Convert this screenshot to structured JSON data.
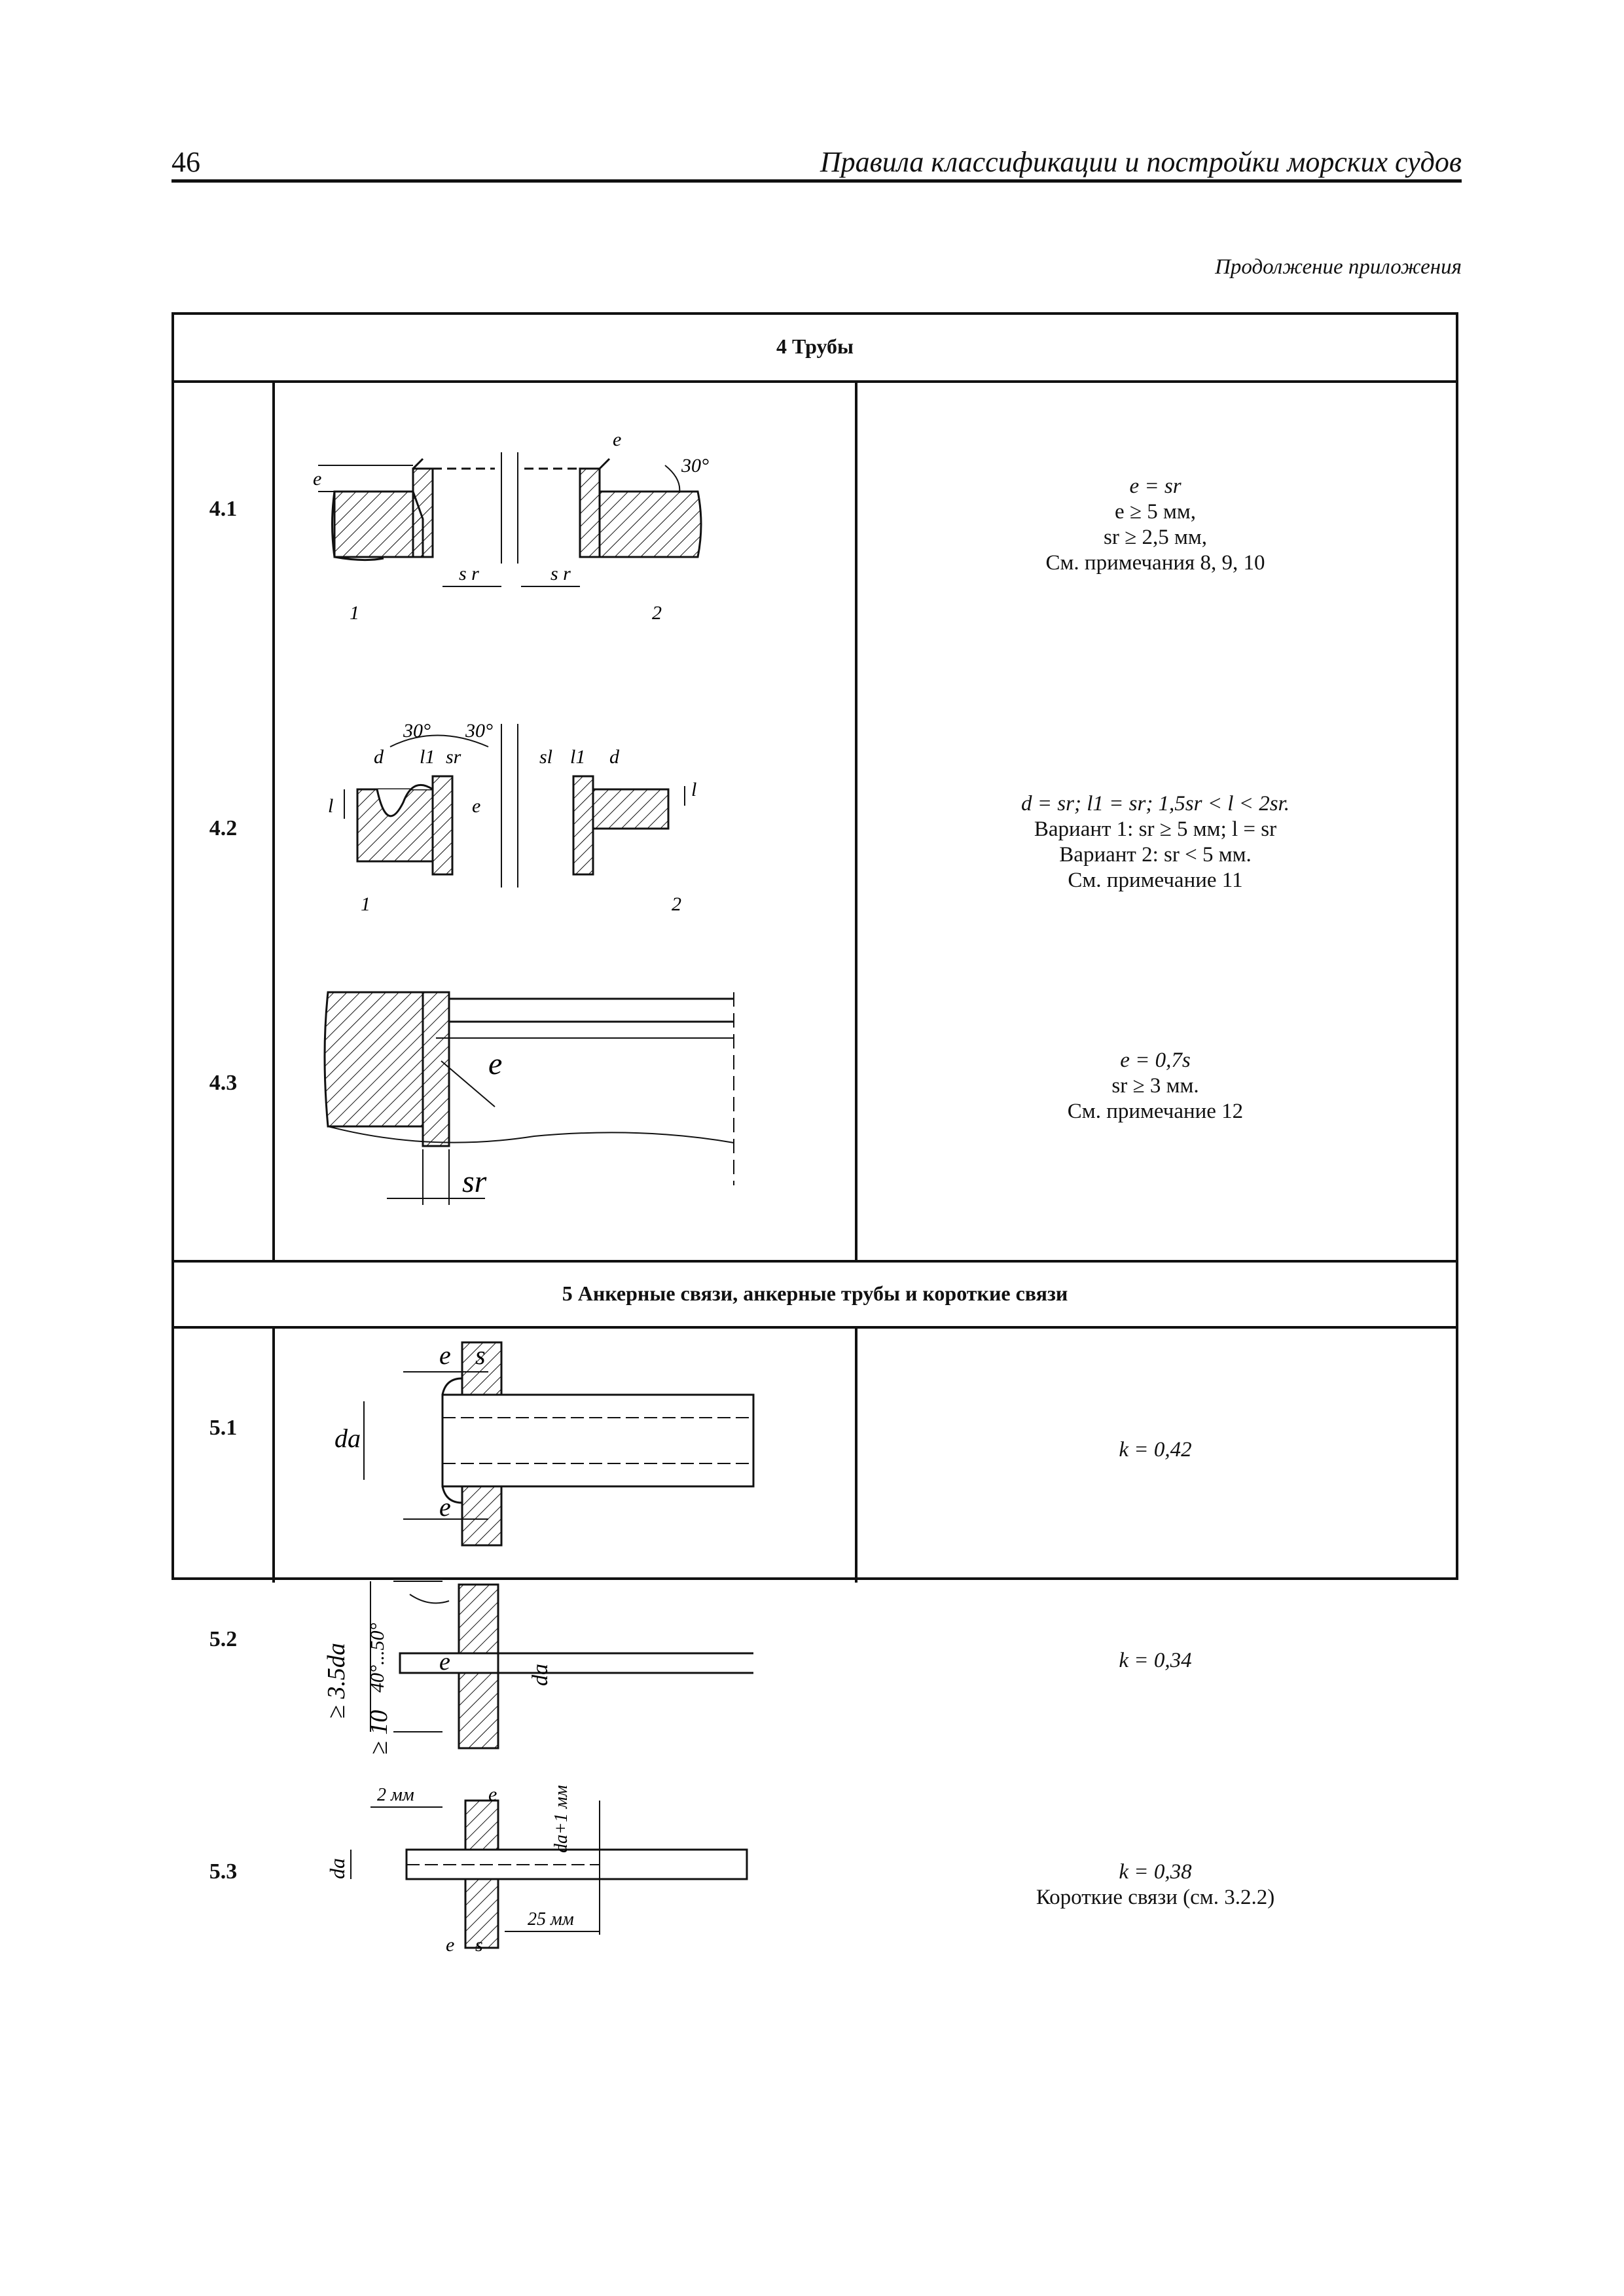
{
  "header": {
    "page_number": "46",
    "running_title": "Правила классификации и постройки морских судов"
  },
  "continuation_note": "Продолжение приложения",
  "sections": [
    {
      "title": "4 Трубы",
      "rows": [
        {
          "num": "4.1",
          "figure": {
            "labels": [
              "e",
              "e",
              "30°",
              "s r",
              "s r",
              "1",
              "2"
            ]
          },
          "lines": [
            "e = sr",
            "e ≥ 5 мм,",
            "sr ≥ 2,5 мм,",
            "См. примечания 8, 9, 10"
          ]
        },
        {
          "num": "4.2",
          "figure": {
            "labels": [
              "30°",
              "30°",
              "d",
              "l1",
              "sr",
              "e",
              "l",
              "sl",
              "l1",
              "d",
              "l",
              "1",
              "2"
            ]
          },
          "lines": [
            "d = sr; l1 = sr; 1,5sr < l < 2sr.",
            "Вариант 1: sr ≥ 5 мм; l = sr",
            "Вариант 2: sr < 5 мм.",
            "См. примечание 11"
          ]
        },
        {
          "num": "4.3",
          "figure": {
            "labels": [
              "e",
              "sr"
            ]
          },
          "lines": [
            "e = 0,7s",
            "sr ≥ 3 мм.",
            "См. примечание 12"
          ]
        }
      ]
    },
    {
      "title": "5 Анкерные связи, анкерные трубы и короткие связи",
      "rows": [
        {
          "num": "5.1",
          "figure": {
            "labels": [
              "e",
              "s",
              "da",
              "e"
            ]
          },
          "lines": [
            "k = 0,42"
          ]
        },
        {
          "num": "5.2",
          "figure": {
            "labels": [
              "≥ 3.5da",
              "40°...50°",
              "e",
              "da",
              "≥ 10"
            ]
          },
          "lines": [
            "k = 0,34"
          ]
        },
        {
          "num": "5.3",
          "figure": {
            "labels": [
              "2 мм",
              "e",
              "da+1 мм",
              "da",
              "25 мм",
              "e",
              "s"
            ]
          },
          "lines": [
            "k = 0,38",
            "Короткие связи (см. 3.2.2)"
          ]
        }
      ]
    }
  ]
}
